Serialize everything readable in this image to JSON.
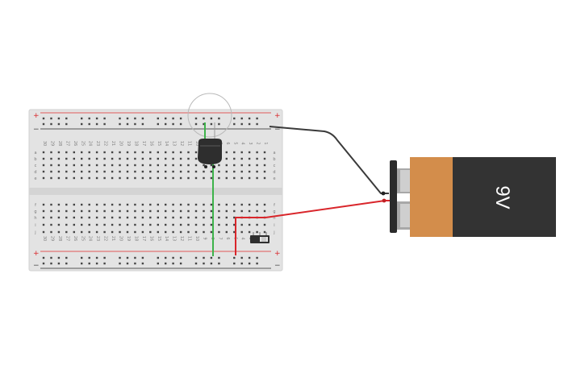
{
  "breadboard": {
    "row_labels_top": [
      "j",
      "i",
      "h",
      "g",
      "f"
    ],
    "row_labels_bottom": [
      "e",
      "d",
      "c",
      "b",
      "a"
    ],
    "column_count": 30,
    "rail_plus": "+",
    "rail_minus": "−"
  },
  "battery": {
    "label": "9V",
    "colors": {
      "body": "#333333",
      "band": "#d38d4b",
      "cap": "#2b2b2b",
      "terminal": "#a8a8a8"
    }
  },
  "wires": {
    "colors": {
      "red": "#d9262b",
      "black": "#3a3a3a",
      "green": "#3db34a"
    }
  },
  "components": [
    {
      "name": "light-bulb",
      "icon": "light-bulb-icon"
    },
    {
      "name": "slide-switch",
      "icon": "slide-switch-icon"
    }
  ]
}
